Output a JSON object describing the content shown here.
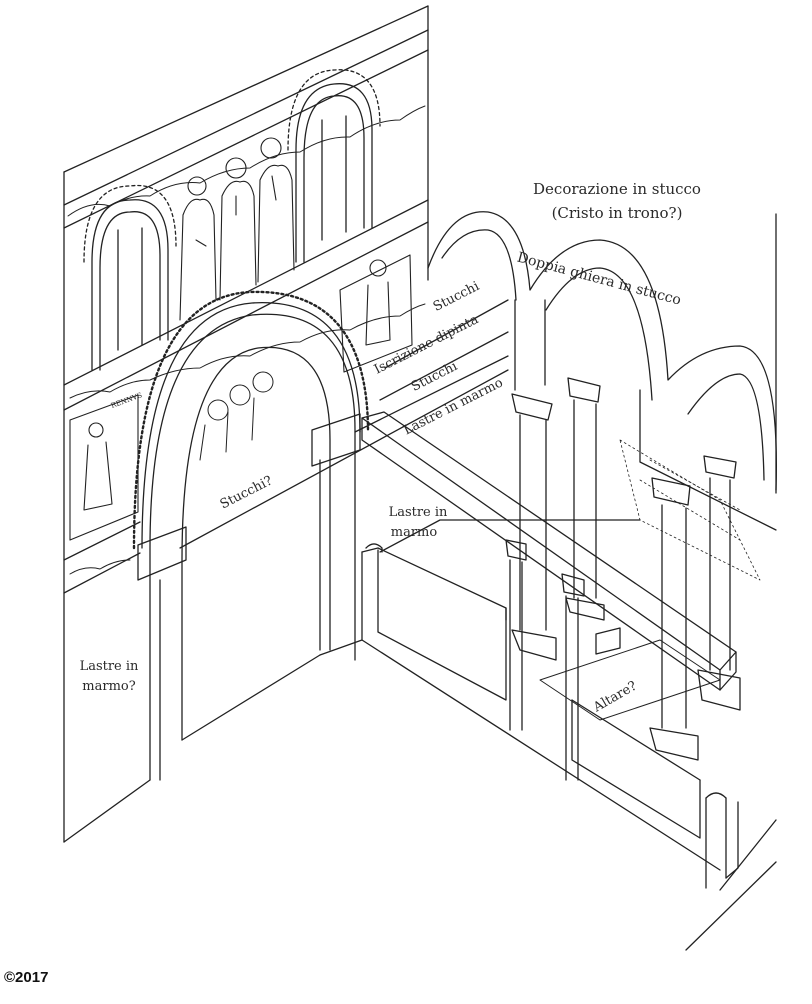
{
  "labels": {
    "decorazione_line1": "Decorazione in stucco",
    "decorazione_line2": "(Cristo in trono?)",
    "doppia_ghiera": "Doppia ghiera in stucco",
    "stucchi_upper": "Stucchi",
    "iscrizione": "Iscrizione dipinta",
    "stucchi_lower": "Stucchi",
    "lastre_in_marmo_band": "Lastre in marmo",
    "stucchi_q": "Stucchi?",
    "lastre_center_line1": "Lastre in",
    "lastre_center_line2": "marmo",
    "lastre_left_line1": "Lastre in",
    "lastre_left_line2": "marmo?",
    "altare": "Altare?",
    "panel_inscription": "RENNVS"
  },
  "copyright": "©2017"
}
